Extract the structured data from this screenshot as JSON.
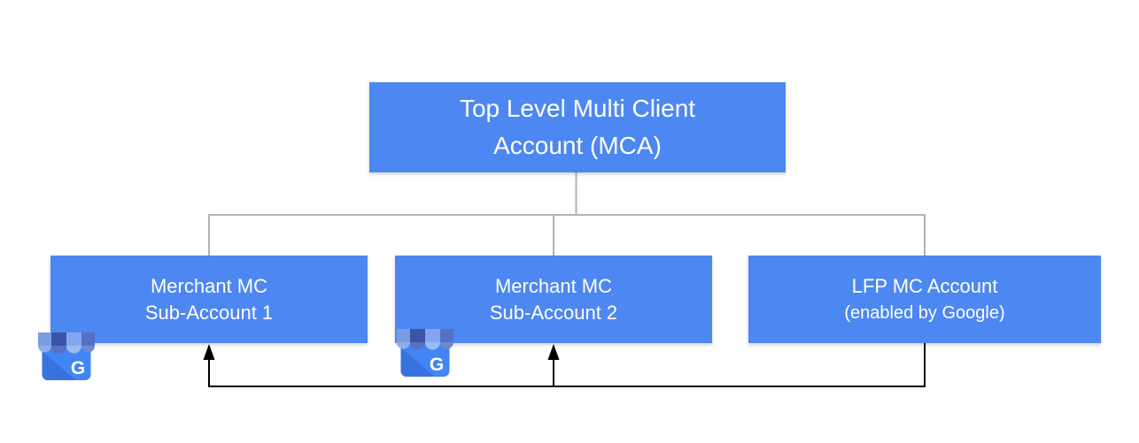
{
  "diagram": {
    "title_node": {
      "line1": "Top Level Multi Client",
      "line2": "Account (MCA)"
    },
    "children": [
      {
        "line1": "Merchant MC",
        "line2": "Sub-Account 1"
      },
      {
        "line1": "Merchant MC",
        "line2": "Sub-Account 2"
      },
      {
        "line1": "LFP MC Account",
        "line2": "(enabled by Google)"
      }
    ],
    "icons": [
      {
        "name": "google-my-business-icon",
        "letter": "G"
      },
      {
        "name": "google-my-business-icon",
        "letter": "G"
      }
    ]
  },
  "colors": {
    "node_fill": "#4d87f1",
    "node_text": "#ffffff",
    "tree_connector": "#b3b3b3",
    "flow_arrow": "#000000",
    "background": "#ffffff",
    "gmb_body": "#4285f4",
    "gmb_fold": "#3a72dd"
  }
}
